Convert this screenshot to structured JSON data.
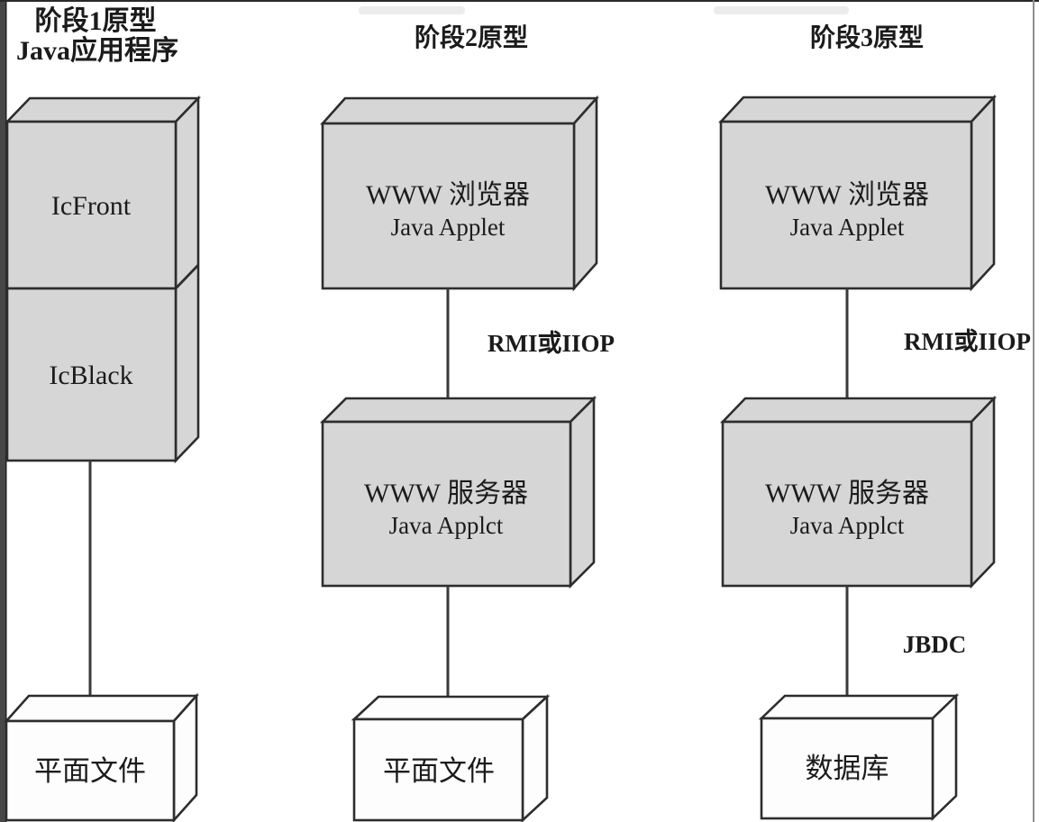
{
  "colors": {
    "background": "#ffffff",
    "box_fill_gray": "#d6d6d6",
    "box_fill_white": "#fdfdfd",
    "box_stroke": "#2d2d2d",
    "connector": "#3a3a3a",
    "text": "#1b1b1b"
  },
  "stage1": {
    "header_line1": "阶段1原型",
    "header_line2": "Java应用程序",
    "component_top": "IcFront",
    "component_bottom": "IcBlack",
    "datastore": "平面文件"
  },
  "stage2": {
    "header": "阶段2原型",
    "browser_line1": "WWW 浏览器",
    "browser_line2": "Java Applet",
    "link_label": "RMI或IIOP",
    "server_line1": "WWW 服务器",
    "server_line2": "Java Applct",
    "datastore": "平面文件"
  },
  "stage3": {
    "header": "阶段3原型",
    "browser_line1": "WWW 浏览器",
    "browser_line2": "Java Applet",
    "link_label_top": "RMI或IIOP",
    "server_line1": "WWW 服务器",
    "server_line2": "Java Applct",
    "link_label_bottom": "JBDC",
    "datastore": "数据库"
  }
}
